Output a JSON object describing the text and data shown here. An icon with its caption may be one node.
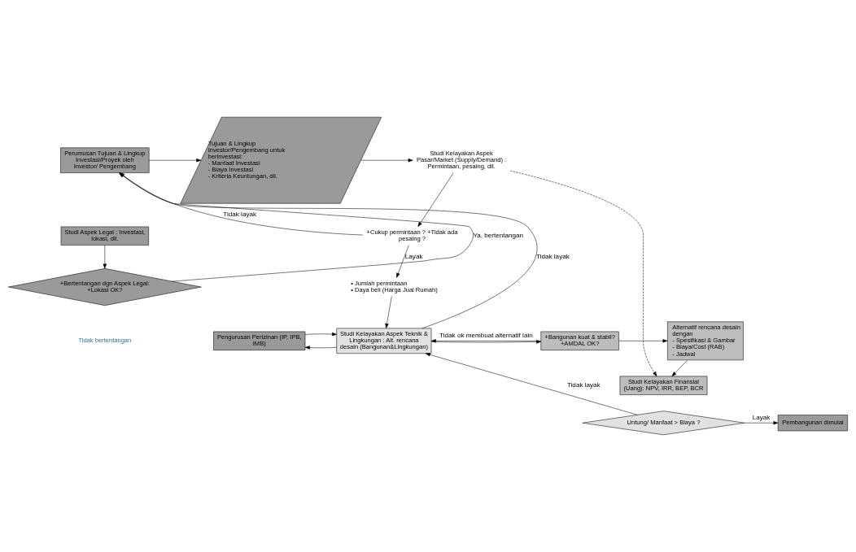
{
  "diagram": {
    "nodes": [
      {
        "text": [
          "Perumusan Tujuan & Lingkup Investasi/Proyek oleh Investor/ Pengembang"
        ]
      },
      {
        "text": [
          "Tujuan & Lingkup Investor/Pengembang untuk berinvestasi:",
          "- Manfaat Investasi",
          "- Biaya Investasi",
          "- Kriteria Keuntungan, dll."
        ]
      },
      {
        "text": [
          "Studi Kelayakan Aspek Pasar/Market (Supply/Demand) : Permintaan, pesaing, dll."
        ]
      },
      {
        "text": [
          "+Cukup permintaan ? +Tidak ada pesaing ?"
        ]
      },
      {
        "text": [
          "• Jumlah permintaan",
          "• Daya beli (Harga Jual Rumah)"
        ]
      },
      {
        "text": [
          "Studi Aspek Legal : Investasi, lokasi, dll."
        ]
      },
      {
        "text": [
          "+Bertentangan dgn Aspek Legal: +Lokasi OK?"
        ]
      },
      {
        "text": [
          "Pengurusan Perizinan (IP, IPB, IMB)"
        ]
      },
      {
        "text": [
          "Studi Kelayakan Aspek Teknik & Lingkungan : Alt. rencana desain (Bangunan&Lingkungan)"
        ]
      },
      {
        "text": [
          "+Bangunan kuat & stabil? +AMDAL OK?"
        ]
      },
      {
        "text": [
          "Alternatif rencana desain dengan",
          "- Spesifikasi & Gambar",
          "- Biaya/Cost (RAB)",
          "- Jadwal"
        ]
      },
      {
        "text": [
          "Studi Kelayakan Finansial (Uang): NPV, IRR, BEP, BCR"
        ]
      },
      {
        "text": [
          "Untung/ Manfaat > Biaya ?"
        ]
      },
      {
        "text": [
          "Pembangunan dimulai"
        ]
      }
    ],
    "edges": [
      {
        "from": 0,
        "to": 1,
        "arrow": "to"
      },
      {
        "from": 1,
        "to": 2,
        "arrow": "to"
      },
      {
        "from": 2,
        "to": 3,
        "arrow": "to"
      },
      {
        "from": 3,
        "to": 4,
        "arrow": "to",
        "label": "Layak"
      },
      {
        "from": 3,
        "to": 0,
        "arrow": "to",
        "label": "Tidak layak"
      },
      {
        "from": 5,
        "to": 6,
        "arrow": "to"
      },
      {
        "from": 6,
        "to": 0,
        "arrow": "to",
        "label": "Ya, bertentangan"
      },
      {
        "from": 4,
        "to": 8,
        "arrow": "to"
      },
      {
        "from": 8,
        "to": 7,
        "arrow": "to"
      },
      {
        "from": 7,
        "to": 8,
        "arrow": "to"
      },
      {
        "from": 8,
        "to": 9,
        "arrow": "to"
      },
      {
        "from": 9,
        "to": 8,
        "arrow": "to",
        "label": "Tidak ok membuat alternatif lain"
      },
      {
        "from": 9,
        "to": 10,
        "arrow": "to"
      },
      {
        "from": 8,
        "to": 0,
        "arrow": "to",
        "label": "Tidak layak"
      },
      {
        "from": 10,
        "to": 11,
        "arrow": "to"
      },
      {
        "from": 2,
        "to": 11,
        "arrow": "to",
        "style": "dashed"
      },
      {
        "from": 12,
        "to": 8,
        "arrow": "to",
        "label": "Tidak layak"
      },
      {
        "from": 12,
        "to": 13,
        "arrow": "to",
        "label": "Layak"
      }
    ],
    "labels": [
      "Tidak bertentangan"
    ]
  }
}
